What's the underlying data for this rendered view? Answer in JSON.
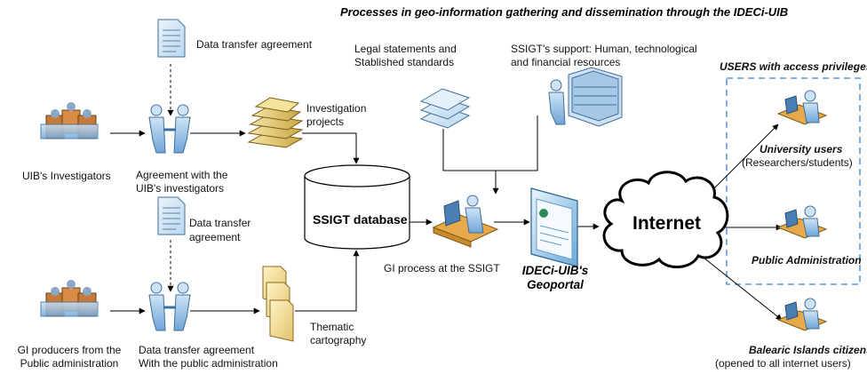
{
  "title": "Processes in geo-information gathering and dissemination through the IDECi-UIB",
  "nodes": {
    "uib_investigators": "UIB's Investigators",
    "agreement_uib_l1": "Agreement with the",
    "agreement_uib_l2": "UIB's investigators",
    "data_transfer_top": "Data transfer agreement",
    "investigation_l1": "Investigation",
    "investigation_l2": "projects",
    "legal_l1": "Legal statements and",
    "legal_l2": "Stablished standards",
    "support_l1": "SSIGT's support: Human, technological",
    "support_l2": "and financial resources",
    "database": "SSIGT database",
    "gi_process": "GI process at the SSIGT",
    "geoportal_l1": "IDECi-UIB's",
    "geoportal_l2": "Geoportal",
    "internet": "Internet",
    "data_transfer_bottom_l1": "Data transfer",
    "data_transfer_bottom_l2": "agreement",
    "gi_producers_l1": "GI producers from the",
    "gi_producers_l2": "Public administration",
    "dta_public_l1": "Data transfer agreement",
    "dta_public_l2": "With the public administration",
    "thematic_l1": "Thematic",
    "thematic_l2": "cartography"
  },
  "users": {
    "header": "USERS with access privileges",
    "university": "University users",
    "university_sub": "(Researchers/students)",
    "public_admin": "Public Administration",
    "citizens": "Balearic Islands citizens",
    "citizens_sub": "(opened to all internet users)"
  },
  "colors": {
    "accent_blue": "#5b9bd5",
    "doc_blue": "#cfe3f5",
    "folder": "#f3dd9a",
    "books": "#e8d07a",
    "person": "#9cc3e6",
    "screen": "#2e8b57"
  }
}
